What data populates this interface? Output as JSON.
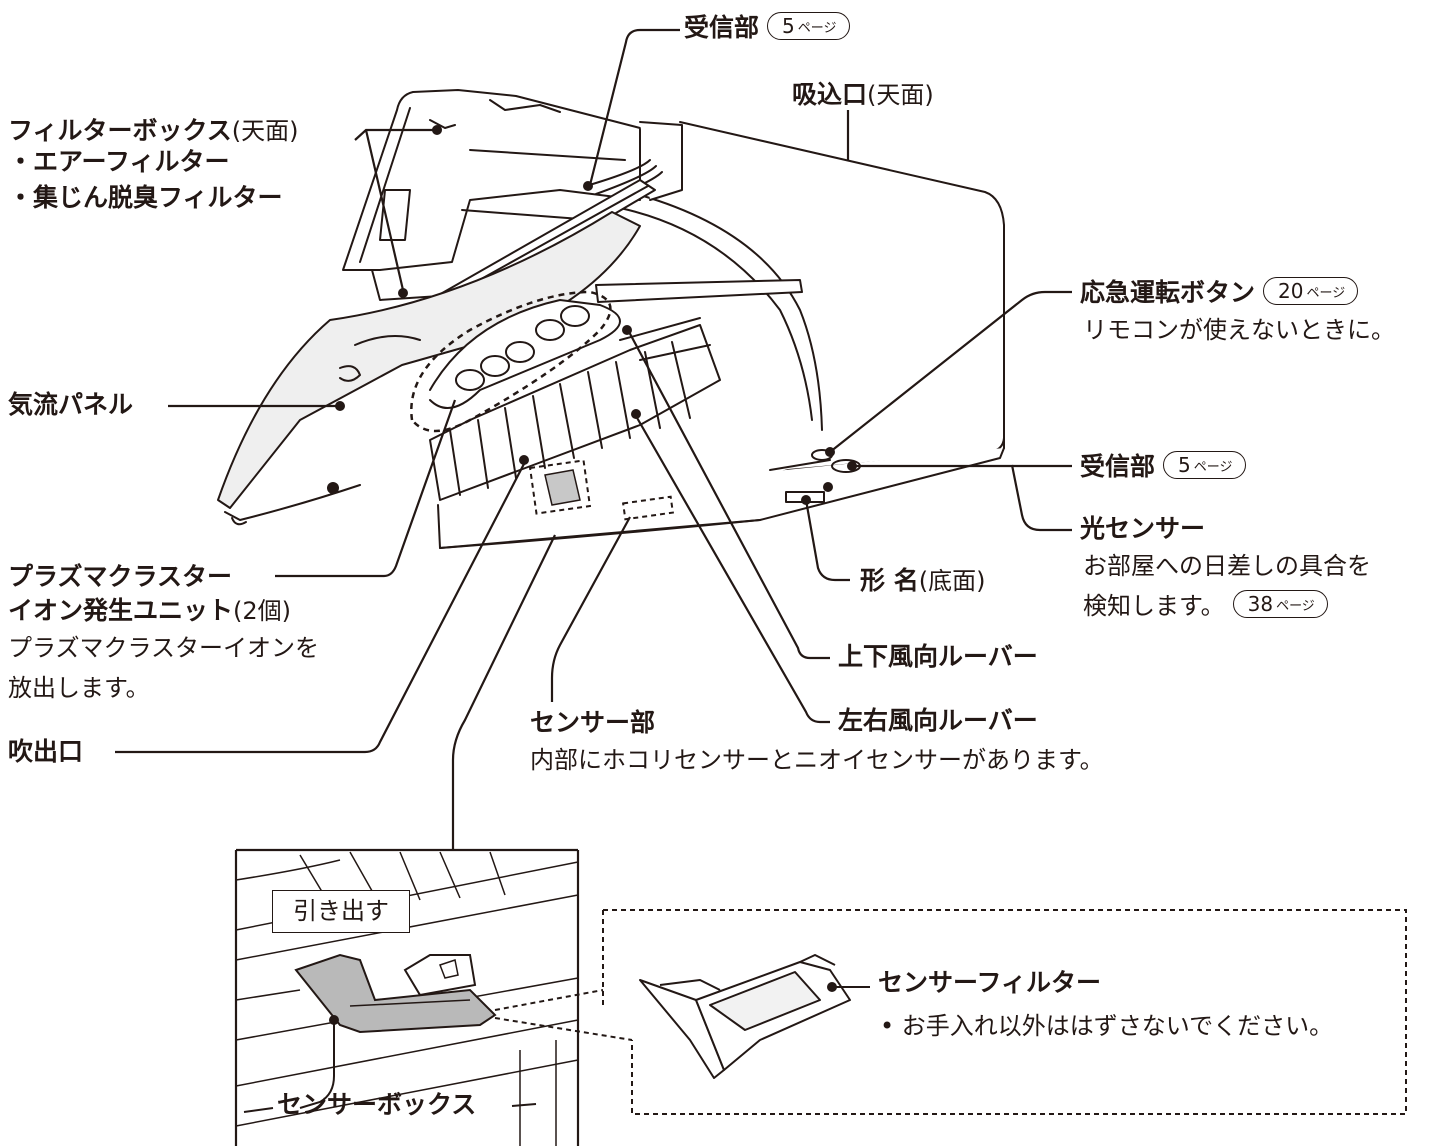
{
  "labels": {
    "receiver_top": "受信部",
    "intake": "吸込口",
    "top_face": "(天面)",
    "filter_box": "フィルターボックス",
    "air_filter": "・エアーフィルター",
    "dust_filter": "・集じん脱臭フィルター",
    "emergency_button": "応急運転ボタン",
    "emergency_desc": "リモコンが使えないときに。",
    "airflow_panel": "気流パネル",
    "receiver_right": "受信部",
    "light_sensor": "光センサー",
    "light_sensor_desc_1": "お部屋への日差しの具合を",
    "light_sensor_desc_2": "検知します。",
    "model_name": "形 名",
    "bottom_face": "(底面)",
    "plasma_1": "プラズマクラスター",
    "plasma_2": "イオン発生ユニット",
    "plasma_count": "(2個)",
    "plasma_desc_1": "プラズマクラスターイオンを",
    "plasma_desc_2": "放出します。",
    "vertical_louver": "上下風向ルーバー",
    "horizontal_louver": "左右風向ルーバー",
    "outlet": "吹出口",
    "sensor_section": "センサー部",
    "sensor_desc": "内部にホコリセンサーとニオイセンサーがあります。",
    "pull_out": "引き出す",
    "sensor_filter": "センサーフィルター",
    "sensor_filter_note": "• お手入れ以外ははずさないでください。",
    "sensor_box": "センサーボックス"
  },
  "refs": {
    "receiver_top_page": "5",
    "emergency_page": "20",
    "receiver_right_page": "5",
    "light_sensor_page": "38",
    "unit": "ページ"
  },
  "colors": {
    "line": "#231815",
    "panel": "#efefef",
    "sensor_box": "#b9b9b9"
  }
}
